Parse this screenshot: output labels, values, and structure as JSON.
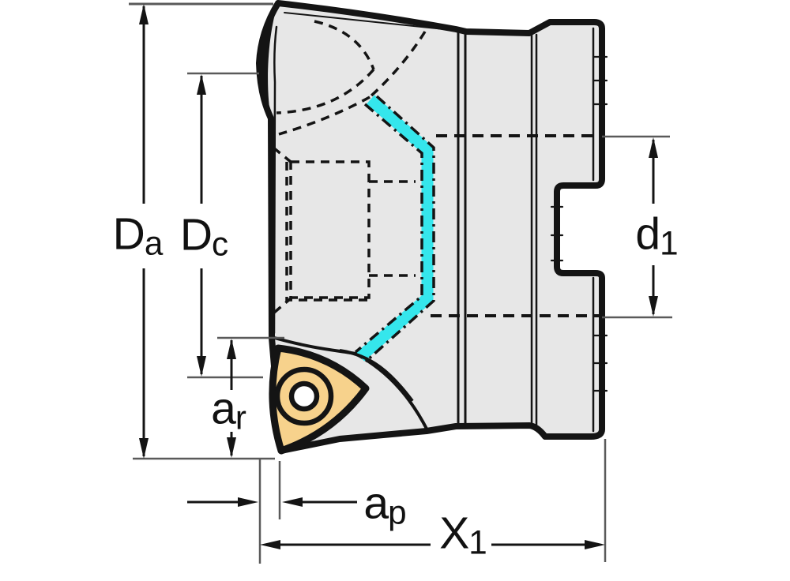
{
  "drawing": {
    "type": "technical-drawing",
    "subject": "indexable insert milling cutter side view with dimension annotations"
  },
  "labels": {
    "Da": {
      "base": "D",
      "sub": "a"
    },
    "Dc": {
      "base": "D",
      "sub": "c"
    },
    "d1": {
      "base": "d",
      "sub": "1"
    },
    "ar": {
      "base": "a",
      "sub": "r"
    },
    "ap": {
      "base": "a",
      "sub": "p"
    },
    "X1": {
      "base": "X",
      "sub": "1"
    }
  },
  "colors": {
    "background": "#ffffff",
    "body_fill": "#e7e7e7",
    "outline": "#141414",
    "insert_fill": "#f7d28c",
    "highlight": "#35e6ec",
    "dimension_line": "#141414",
    "extension_line": "#5a5a5a"
  }
}
